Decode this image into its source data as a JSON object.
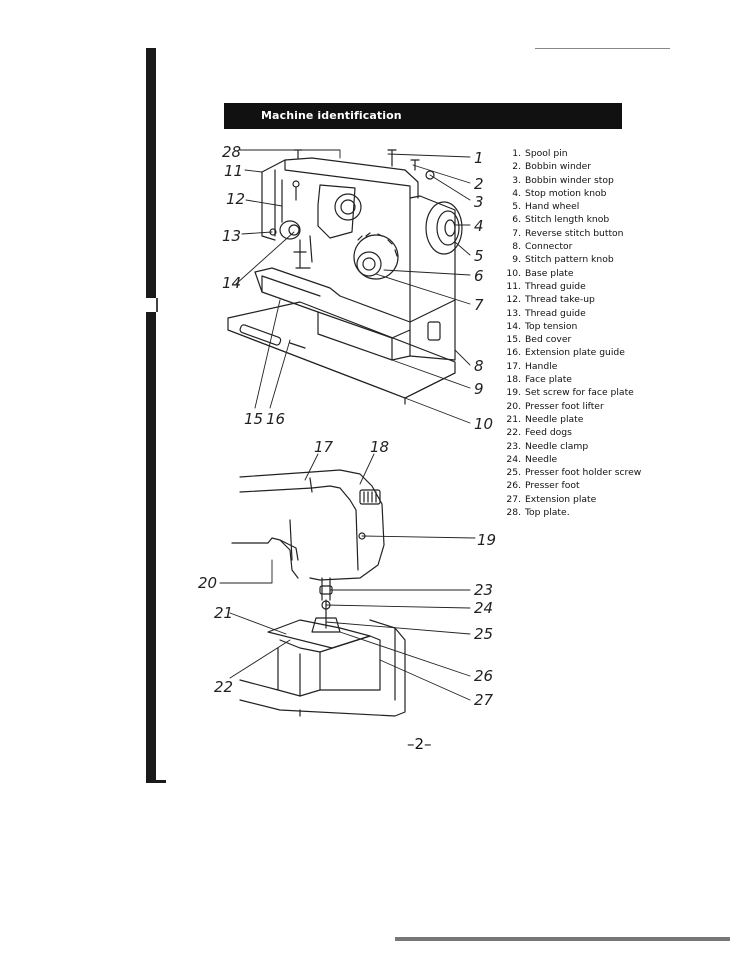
{
  "header": {
    "title": "Machine identification"
  },
  "parts": [
    {
      "num": "1.",
      "name": "Spool pin"
    },
    {
      "num": "2.",
      "name": "Bobbin winder"
    },
    {
      "num": "3.",
      "name": "Bobbin winder stop"
    },
    {
      "num": "4.",
      "name": "Stop motion knob"
    },
    {
      "num": "5.",
      "name": "Hand wheel"
    },
    {
      "num": "6.",
      "name": "Stitch length knob"
    },
    {
      "num": "7.",
      "name": "Reverse stitch button"
    },
    {
      "num": "8.",
      "name": "Connector"
    },
    {
      "num": "9.",
      "name": "Stitch pattern knob"
    },
    {
      "num": "10.",
      "name": "Base plate"
    },
    {
      "num": "11.",
      "name": "Thread guide"
    },
    {
      "num": "12.",
      "name": "Thread take-up"
    },
    {
      "num": "13.",
      "name": "Thread guide"
    },
    {
      "num": "14.",
      "name": "Top tension"
    },
    {
      "num": "15.",
      "name": "Bed cover"
    },
    {
      "num": "16.",
      "name": "Extension plate guide"
    },
    {
      "num": "17.",
      "name": "Handle"
    },
    {
      "num": "18.",
      "name": "Face plate"
    },
    {
      "num": "19.",
      "name": "Set screw for face plate"
    },
    {
      "num": "20.",
      "name": "Presser foot lifter"
    },
    {
      "num": "21.",
      "name": "Needle plate"
    },
    {
      "num": "22.",
      "name": "Feed dogs"
    },
    {
      "num": "23.",
      "name": "Needle clamp"
    },
    {
      "num": "24.",
      "name": "Needle"
    },
    {
      "num": "25.",
      "name": "Presser foot holder screw"
    },
    {
      "num": "26.",
      "name": "Presser foot"
    },
    {
      "num": "27.",
      "name": "Extension plate"
    },
    {
      "num": "28.",
      "name": "Top plate."
    }
  ],
  "diagram1_labels": {
    "l28": "28",
    "l1": "1",
    "l11": "11",
    "l2": "2",
    "l12": "12",
    "l3": "3",
    "l4": "4",
    "l13": "13",
    "l5": "5",
    "l14": "14",
    "l6": "6",
    "l7": "7",
    "l8": "8",
    "l9": "9",
    "l10": "10",
    "l15": "15",
    "l16": "16"
  },
  "diagram2_labels": {
    "l17": "17",
    "l18": "18",
    "l19": "19",
    "l20": "20",
    "l23": "23",
    "l24": "24",
    "l21": "21",
    "l25": "25",
    "l26": "26",
    "l22": "22",
    "l27": "27"
  },
  "page_number": "–2–"
}
